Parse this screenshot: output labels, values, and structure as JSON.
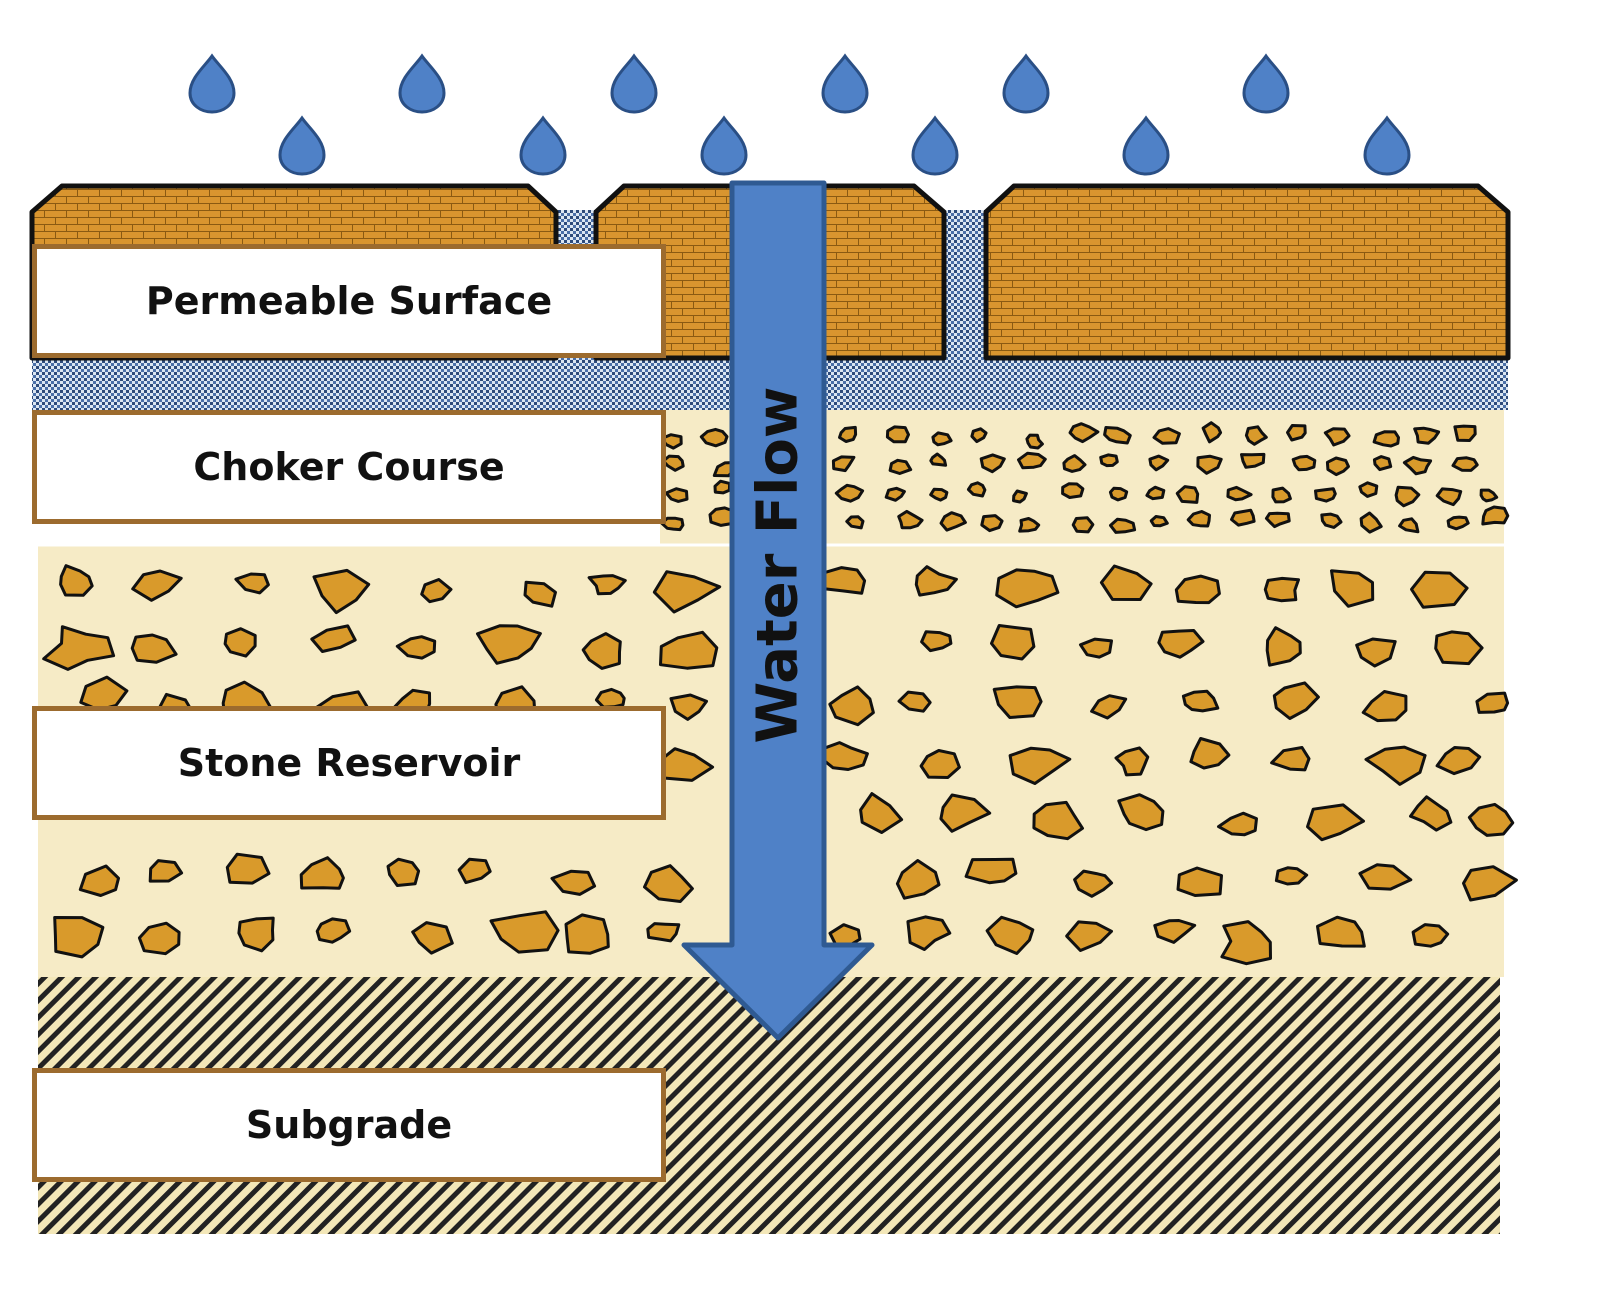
{
  "layers": {
    "permeable_surface": "Permeable Surface",
    "choker_course": "Choker Course",
    "stone_reservoir": "Stone Reservoir",
    "subgrade": "Subgrade"
  },
  "arrow_label": "Water Flow",
  "colors": {
    "paver_fill": "#d9952f",
    "paver_brick_lines": "#8a5a12",
    "stone_fill": "#d99a2b",
    "reservoir_bg": "#f6ebc6",
    "arrow_fill": "#4f81c7",
    "arrow_stroke": "#2f5a92",
    "drop_fill": "#4f81c7",
    "label_border": "#9c6b2e",
    "subgrade_hatch": "#222222",
    "subgrade_bg": "#f3e7b8"
  }
}
